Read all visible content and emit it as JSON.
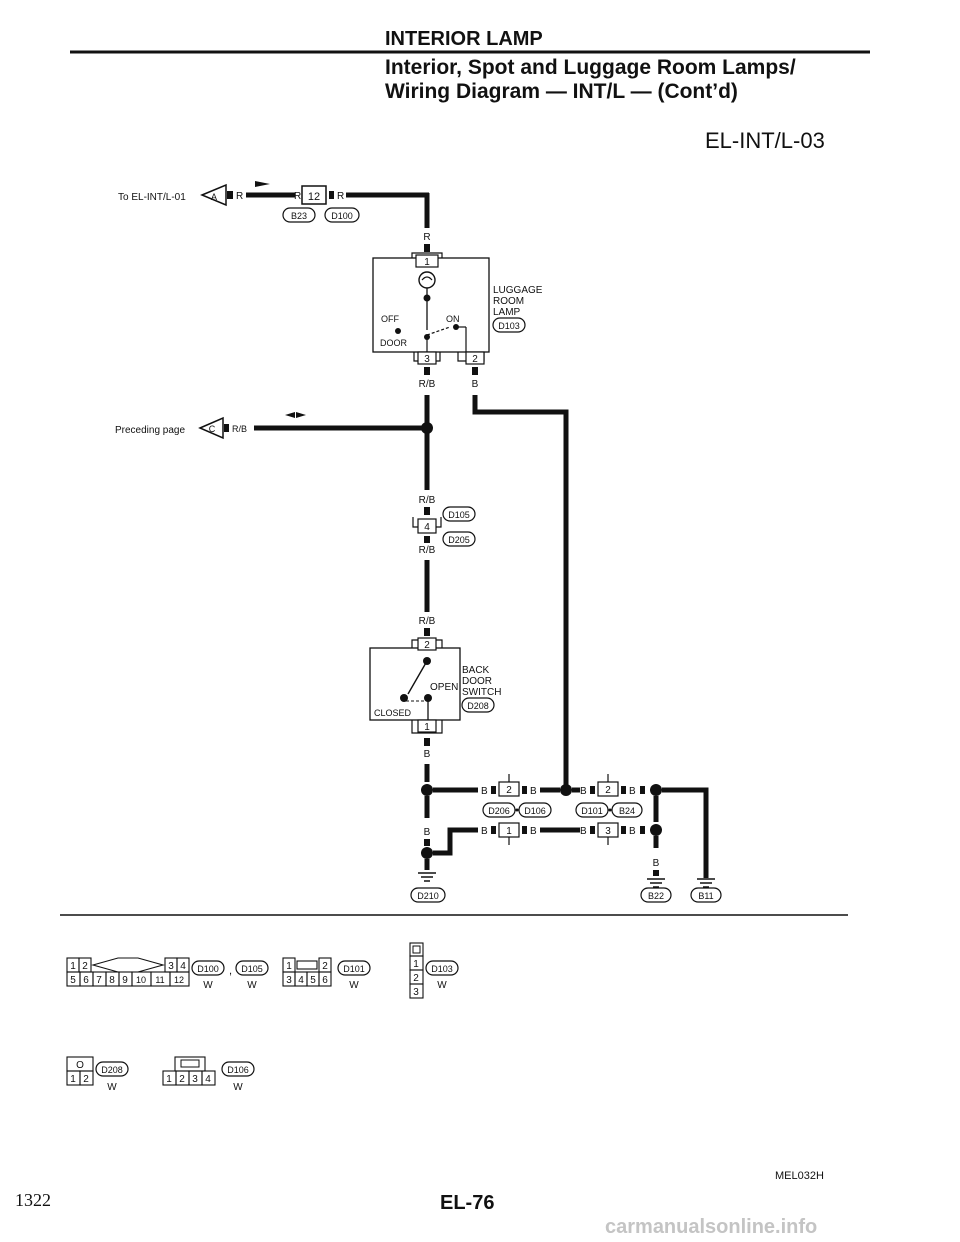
{
  "header": {
    "section_title": "INTERIOR LAMP",
    "subtitle_line1": "Interior, Spot and Luggage Room Lamps/",
    "subtitle_line2": "Wiring Diagram — INT/L — (Cont’d)",
    "diagram_code": "EL-INT/L-03"
  },
  "diagram": {
    "to_label": "To EL-INT/L-01",
    "preceding_label": "Preceding page",
    "connector_a": "A",
    "connector_c": "C",
    "wire_r": "R",
    "wire_rb": "R/B",
    "wire_b": "B",
    "joint_12": "12",
    "conn_b23": "B23",
    "conn_d100": "D100",
    "luggage": {
      "line1": "LUGGAGE",
      "line2": "ROOM",
      "line3": "LAMP",
      "conn": "D103",
      "off": "OFF",
      "on": "ON",
      "door": "DOOR",
      "pin1": "1",
      "pin3": "3",
      "pin2": "2"
    },
    "joint_4": "4",
    "conn_d105": "D105",
    "conn_d205": "D205",
    "backdoor": {
      "line1": "BACK",
      "line2": "DOOR",
      "line3": "SWITCH",
      "conn": "D208",
      "open": "OPEN",
      "closed": "CLOSED",
      "pin2": "2",
      "pin1": "1"
    },
    "ground": {
      "j2a": "2",
      "j2b": "2",
      "j1": "1",
      "j3": "3",
      "d206": "D206",
      "d106": "D106",
      "d101": "D101",
      "b24": "B24",
      "d210": "D210",
      "b22": "B22",
      "b11": "B11"
    }
  },
  "connectors": {
    "c1": {
      "top": [
        "1",
        "2",
        "3",
        "4"
      ],
      "bottom": [
        "5",
        "6",
        "7",
        "8",
        "9",
        "10",
        "11",
        "12"
      ],
      "name_a": "D100",
      "name_b": "D105",
      "color": "W",
      "sep": ","
    },
    "c2": {
      "top": [
        "1",
        "2"
      ],
      "bottom": [
        "3",
        "4",
        "5",
        "6"
      ],
      "name": "D101",
      "color": "W"
    },
    "c3": {
      "pins": [
        "1",
        "2",
        "3"
      ],
      "name": "D103",
      "color": "W"
    },
    "c4": {
      "top": "O",
      "bottom": [
        "1",
        "2"
      ],
      "name": "D208",
      "color": "W"
    },
    "c5": {
      "pins": [
        "1",
        "2",
        "3",
        "4"
      ],
      "name": "D106",
      "color": "W"
    }
  },
  "footer": {
    "figure_code": "MEL032H",
    "page_left": "1322",
    "page_center": "EL-76",
    "watermark": "carmanualsonline.info"
  }
}
